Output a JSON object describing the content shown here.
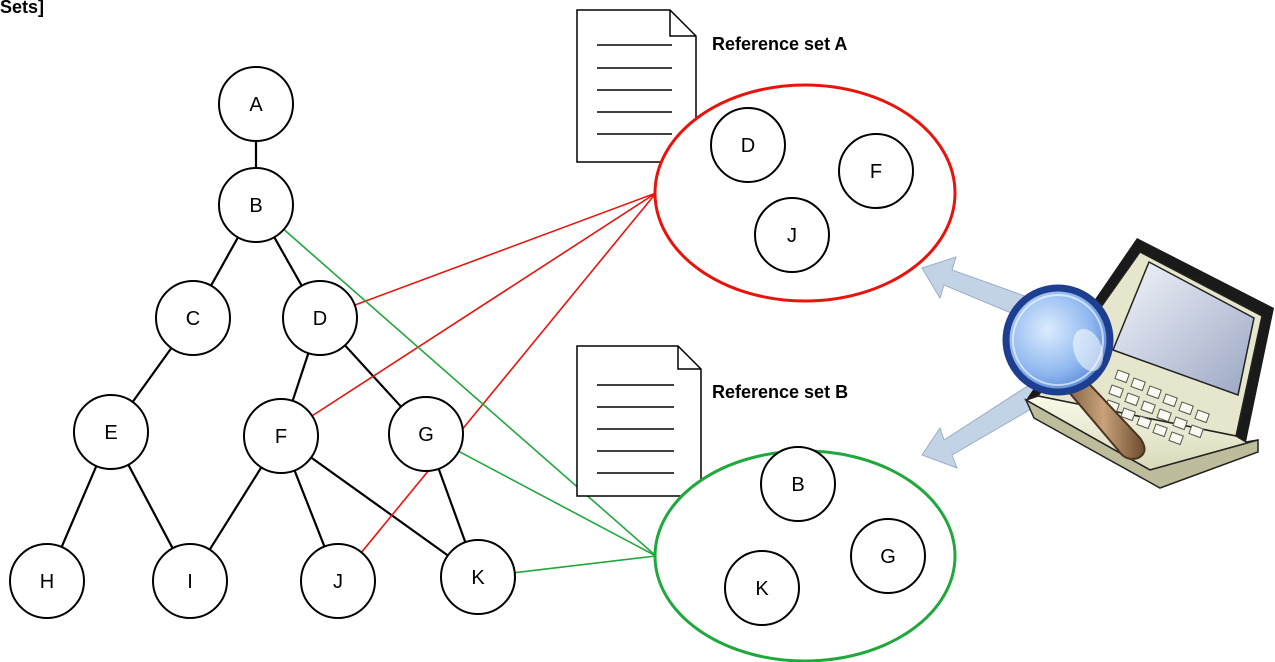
{
  "top_left_fragment": "Sets]",
  "tree": {
    "nodes": [
      "A",
      "B",
      "C",
      "D",
      "E",
      "F",
      "G",
      "H",
      "I",
      "J",
      "K"
    ],
    "edges": [
      [
        "A",
        "B"
      ],
      [
        "B",
        "C"
      ],
      [
        "B",
        "D"
      ],
      [
        "C",
        "E"
      ],
      [
        "D",
        "F"
      ],
      [
        "D",
        "G"
      ],
      [
        "E",
        "H"
      ],
      [
        "E",
        "I"
      ],
      [
        "F",
        "I"
      ],
      [
        "F",
        "J"
      ],
      [
        "F",
        "K"
      ],
      [
        "G",
        "K"
      ]
    ]
  },
  "reference_sets": [
    {
      "title": "Reference set A",
      "color": "#e8140c",
      "members": [
        "D",
        "F",
        "J"
      ]
    },
    {
      "title": "Reference set B",
      "color": "#20a83c",
      "members": [
        "B",
        "G",
        "K"
      ]
    }
  ],
  "icons": [
    "document-icon",
    "laptop-icon",
    "magnifier-icon",
    "arrow-icon"
  ]
}
